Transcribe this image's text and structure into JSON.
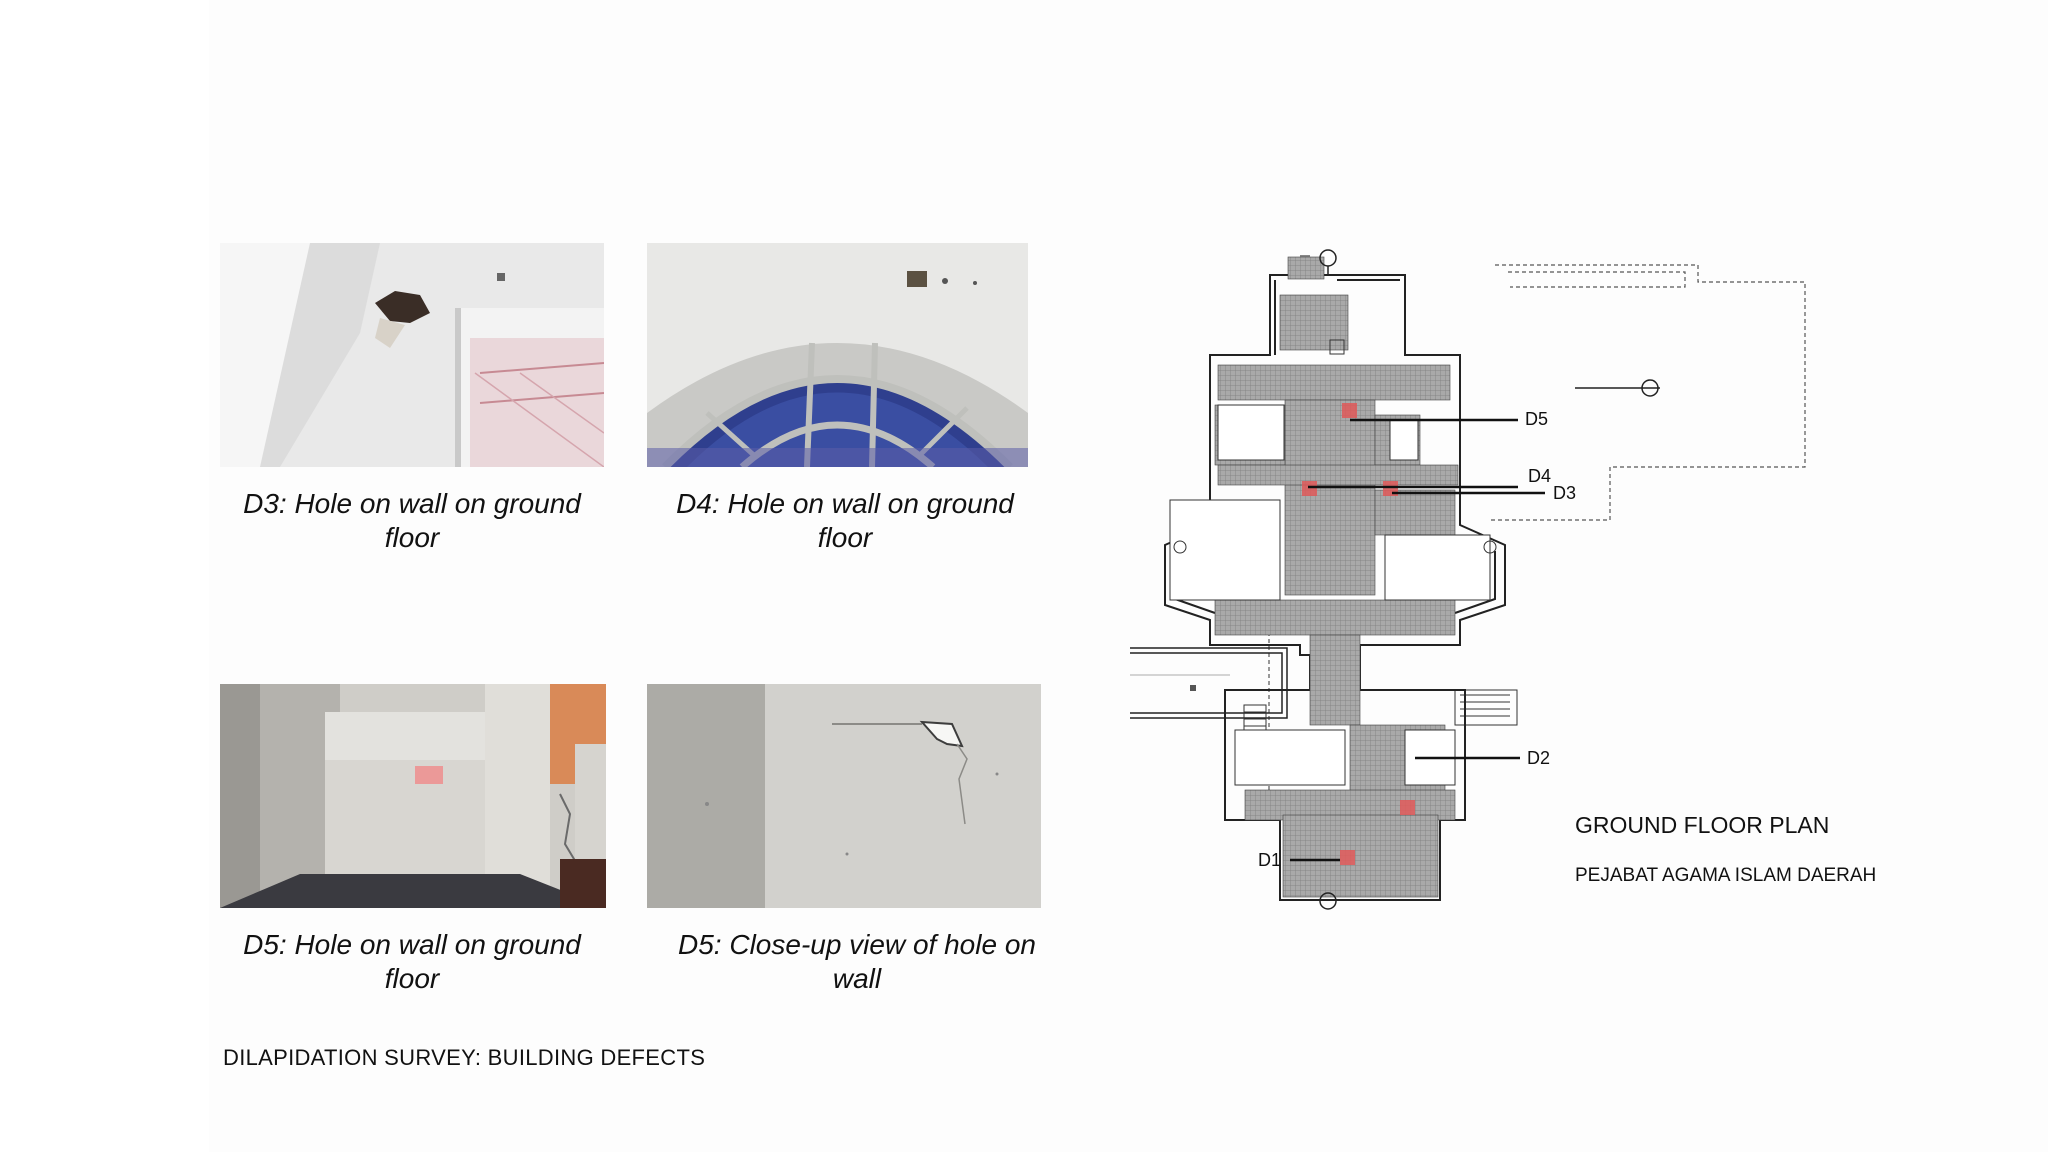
{
  "photos": [
    {
      "id": "D3",
      "caption": "D3: Hole on wall on ground floor"
    },
    {
      "id": "D4",
      "caption": "D4: Hole on wall on ground floor"
    },
    {
      "id": "D5",
      "caption": "D5: Hole on wall on ground floor"
    },
    {
      "id": "D5",
      "caption": "D5: Close-up view of hole on wall"
    }
  ],
  "footer": {
    "title": "DILAPIDATION SURVEY: BUILDING DEFECTS"
  },
  "plan": {
    "title": "GROUND FLOOR PLAN",
    "subtitle": "PEJABAT AGAMA ISLAM DAERAH",
    "markers": [
      "D1",
      "D2",
      "D3",
      "D4",
      "D5"
    ]
  },
  "colors": {
    "defect_marker": "#e05a5a",
    "hatch": "#8a8a8a"
  }
}
